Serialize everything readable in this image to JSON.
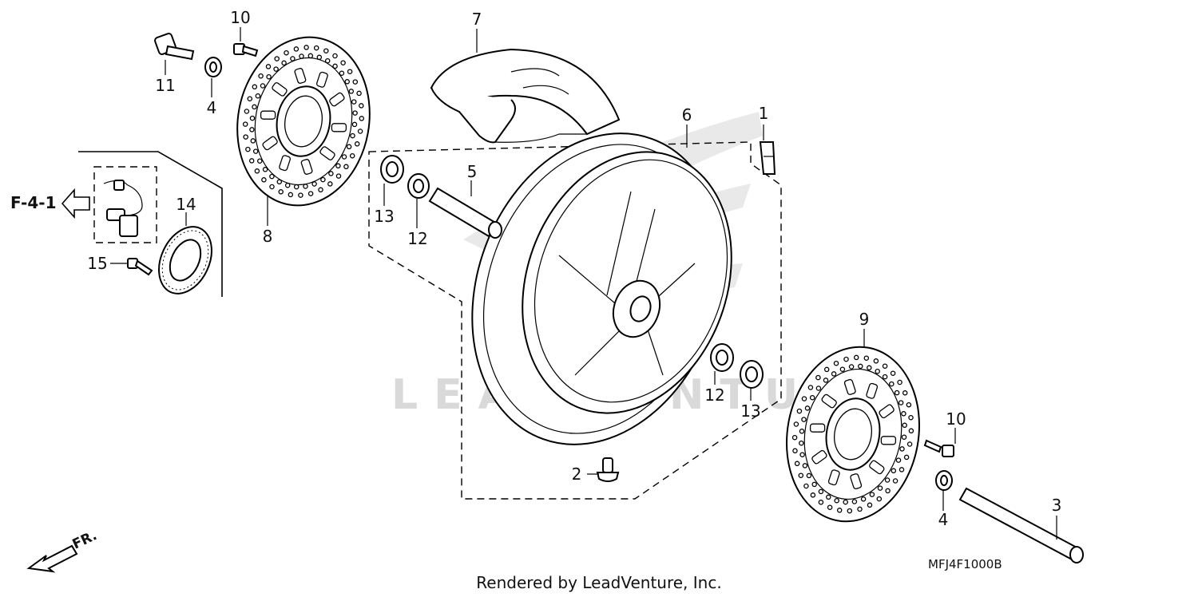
{
  "watermark": "LEADVENTURE",
  "reference": {
    "text": "F-4-1"
  },
  "direction": {
    "text": "FR."
  },
  "diagram_code": "MFJ4F1000B",
  "footer": "Rendered by LeadVenture, Inc.",
  "callouts": [
    {
      "id": "c1",
      "text": "1"
    },
    {
      "id": "c2",
      "text": "2"
    },
    {
      "id": "c3",
      "text": "3"
    },
    {
      "id": "c4a",
      "text": "4"
    },
    {
      "id": "c4b",
      "text": "4"
    },
    {
      "id": "c5",
      "text": "5"
    },
    {
      "id": "c6",
      "text": "6"
    },
    {
      "id": "c7",
      "text": "7"
    },
    {
      "id": "c8",
      "text": "8"
    },
    {
      "id": "c9",
      "text": "9"
    },
    {
      "id": "c10a",
      "text": "10"
    },
    {
      "id": "c10b",
      "text": "10"
    },
    {
      "id": "c11",
      "text": "11"
    },
    {
      "id": "c12a",
      "text": "12"
    },
    {
      "id": "c12b",
      "text": "12"
    },
    {
      "id": "c13a",
      "text": "13"
    },
    {
      "id": "c13b",
      "text": "13"
    },
    {
      "id": "c14",
      "text": "14"
    },
    {
      "id": "c15",
      "text": "15"
    }
  ]
}
